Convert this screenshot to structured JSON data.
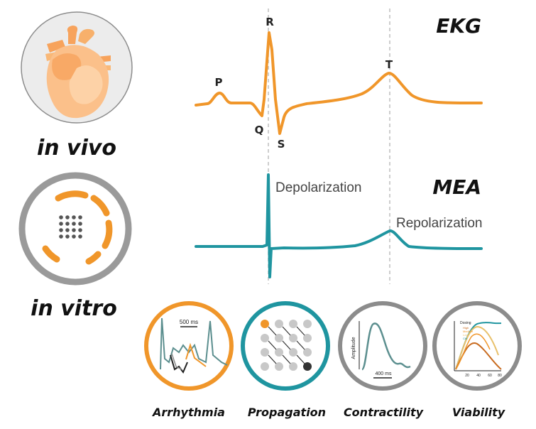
{
  "labels": {
    "in_vivo": "in vivo",
    "in_vitro": "in vitro",
    "ekg": "EKG",
    "mea": "MEA",
    "depolarization": "Depolarization",
    "repolarization": "Repolarization"
  },
  "ekg_waves": {
    "p": "P",
    "q": "Q",
    "r": "R",
    "s": "S",
    "t": "T"
  },
  "assays": [
    {
      "label": "Arrhythmia",
      "scale_label": "500 ms",
      "accent": "#f0962a"
    },
    {
      "label": "Propagation",
      "accent": "#1f95a0"
    },
    {
      "label": "Contractility",
      "y_label": "Amplitude",
      "scale_label": "400 ms",
      "accent": "#8c8c8c"
    },
    {
      "label": "Viability",
      "legend_title": "Dosing",
      "legend_items": [
        "High",
        "Medium",
        "Low",
        "Ctrl"
      ],
      "tick_labels": [
        "20",
        "40",
        "60",
        "80"
      ],
      "accent": "#8c8c8c"
    }
  ],
  "colors": {
    "ekg_trace": "#f0962a",
    "mea_trace": "#1f95a0",
    "guide_line": "#bdbdbd",
    "text": "#222222",
    "gray_ring": "#8c8c8c"
  }
}
